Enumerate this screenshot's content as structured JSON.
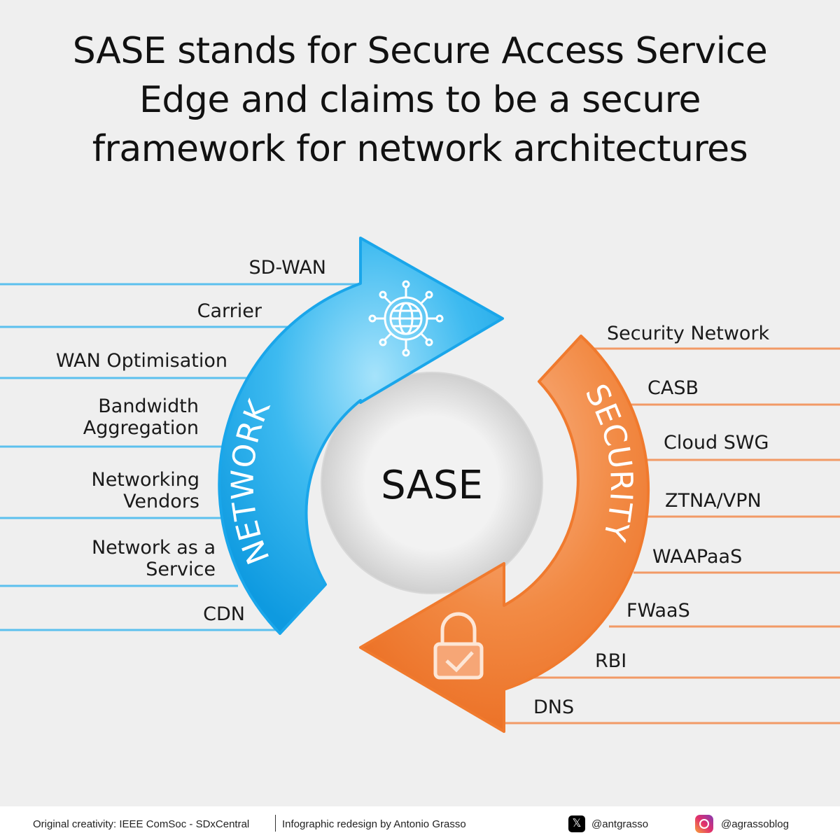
{
  "title": [
    "SASE stands for Secure Access Service",
    "Edge and claims to be a secure",
    "framework for network architectures"
  ],
  "center_label": "SASE",
  "network": {
    "label": "NETWORK",
    "icon": "globe-network-icon",
    "items": [
      "SD-WAN",
      "Carrier",
      "WAN Optimisation",
      "Bandwidth\nAggregation",
      "Networking\nVendors",
      "Network as a\nService",
      "CDN"
    ]
  },
  "security": {
    "label": "SECURITY",
    "icon": "padlock-check-icon",
    "items": [
      "Security Network",
      "CASB",
      "Cloud SWG",
      "ZTNA/VPN",
      "WAAPaaS",
      "FWaaS",
      "RBI",
      "DNS"
    ]
  },
  "colors": {
    "network": "#1aa6ea",
    "security": "#f07a2e",
    "background": "#efefef"
  },
  "footer": {
    "credit": "Original creativity: IEEE ComSoc - SDxCentral",
    "redesign": "Infographic redesign by Antonio Grasso",
    "x_handle": "@antgrasso",
    "instagram_handle": "@agrassoblog"
  }
}
